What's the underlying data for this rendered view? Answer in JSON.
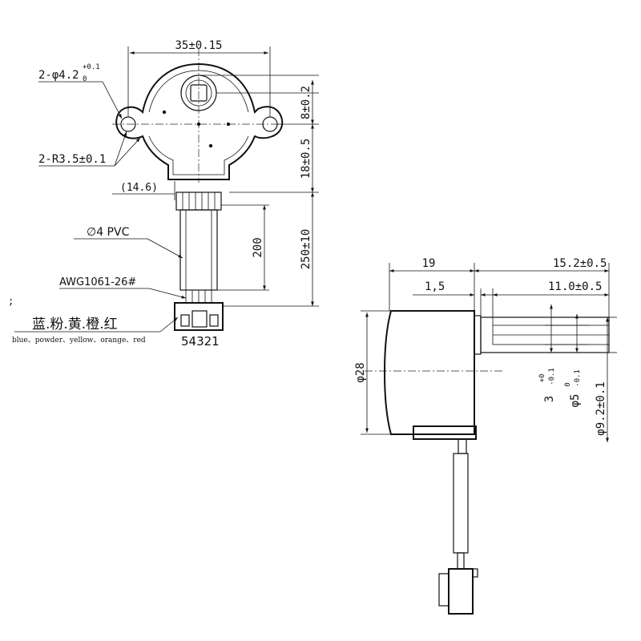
{
  "top_view": {
    "width_dim": "35±0.15",
    "hole_dim_prefix": "2-φ4.2",
    "hole_tol_upper": "+0.1",
    "hole_tol_lower": "0",
    "radius_dim": "2-R3.5±0.1",
    "offset_dim": "(14.6)",
    "shaft_offset_dim": "8±0.2",
    "center_to_base_dim": "18±0.5",
    "lead_length_dim": "250±10",
    "sleeve_length_dim": "200",
    "cable_label": "∅4 PVC",
    "wire_label": "AWG1061-26#"
  },
  "wires": {
    "colors_cn": "蓝.粉.黄.橙.红",
    "colors_en": "blue、powder、yellow、orange、red",
    "pin_numbers": "54321"
  },
  "side_view": {
    "body_length_dim": "19",
    "shaft_length_dim": "15.2±0.5",
    "flange_dim": "1,5",
    "flat_length_dim": "11.0±0.5",
    "body_diameter_dim": "φ28",
    "flat_dim": "3",
    "flat_tol_upper": "+0",
    "flat_tol_lower": "-0.1",
    "shaft_diameter_dim": "φ5",
    "shaft_tol_upper": "0",
    "shaft_tol_lower": "-0.1",
    "boss_diameter_dim": "φ9.2±0.1"
  },
  "stray_mark": ";"
}
